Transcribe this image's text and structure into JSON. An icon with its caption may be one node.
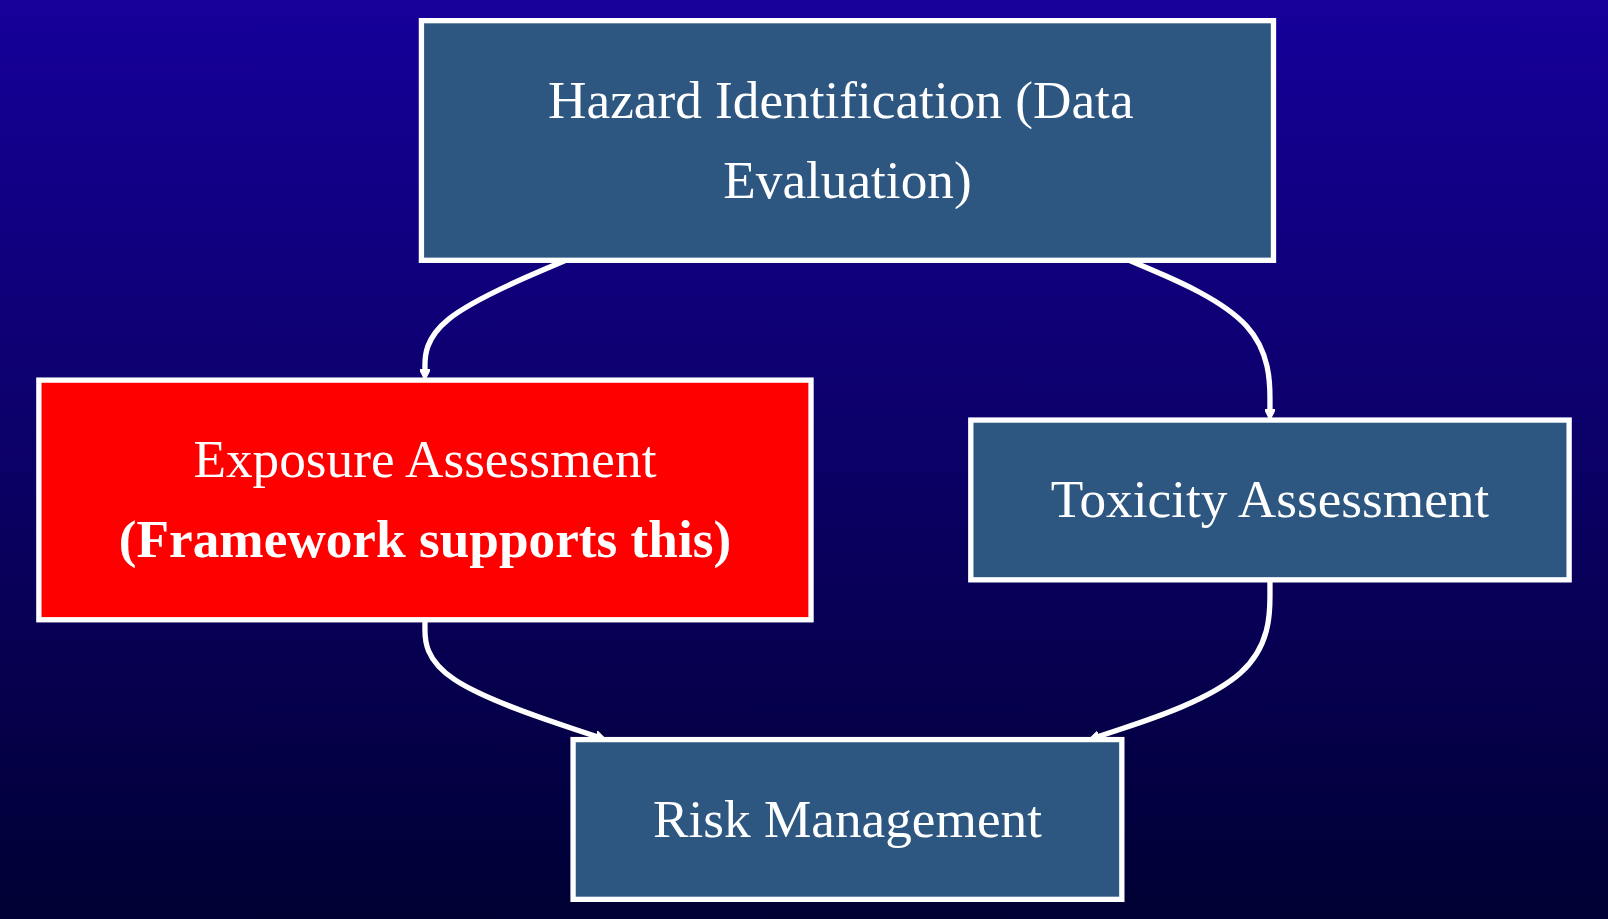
{
  "diagram": {
    "nodes": [
      {
        "text": [
          "Hazard Identification (Data Evaluation)"
        ]
      },
      {
        "text": [
          "Exposure Assessment",
          "(Framework supports this)"
        ]
      },
      {
        "text": [
          "Toxicity Assessment"
        ]
      },
      {
        "text": [
          "Risk Management"
        ]
      }
    ],
    "edges": [
      {
        "from": 0,
        "to": 1,
        "arrow": "to"
      },
      {
        "from": 0,
        "to": 2,
        "arrow": "to"
      },
      {
        "from": 1,
        "to": 3,
        "arrow": "to"
      },
      {
        "from": 2,
        "to": 3,
        "arrow": "to"
      }
    ]
  }
}
